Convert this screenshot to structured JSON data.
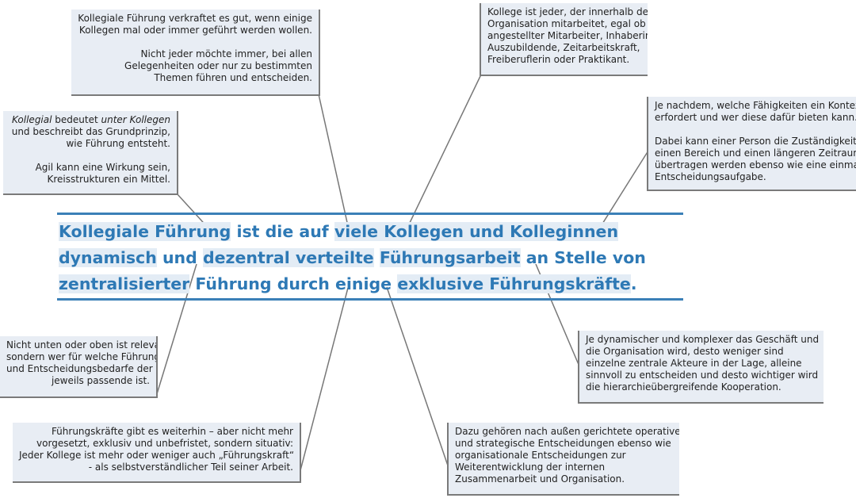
{
  "headline": {
    "segments": [
      {
        "text": "Kollegiale Führung",
        "highlight": true
      },
      {
        "text": " ist die auf ",
        "highlight": false
      },
      {
        "text": "viele Kollegen und Kolleginnen",
        "highlight": true
      },
      {
        "text": " ",
        "highlight": false
      },
      {
        "text": "dynamisch",
        "highlight": true
      },
      {
        "text": " und ",
        "highlight": false
      },
      {
        "text": "dezentral verteilte",
        "highlight": true
      },
      {
        "text": " ",
        "highlight": false
      },
      {
        "text": "Führungsarbeit",
        "highlight": true
      },
      {
        "text": " an Stelle von ",
        "highlight": false
      },
      {
        "text": "zentralisierter",
        "highlight": true
      },
      {
        "text": " Führung durch einige ",
        "highlight": false
      },
      {
        "text": "exklusive Führungskräfte",
        "highlight": true
      },
      {
        "text": ".",
        "highlight": false
      }
    ]
  },
  "notes": {
    "kollegiale_fuehrung": {
      "p1": "Kollegiale Führung verkraftet es gut, wenn einige\nKollegen mal oder immer geführt werden wollen.",
      "p2": "Nicht jeder möchte immer, bei allen\nGelegenheiten oder nur zu bestimmten\nThemen führen und entscheiden."
    },
    "kollege": {
      "p1": "Kollege ist jeder, der innerhalb der\nOrganisation mitarbeitet, egal ob\nangestellter Mitarbeiter, Inhaberin,\nAuszubildende, Zeitarbeitskraft,\nFreiberuflerin oder Praktikant."
    },
    "kollegial": {
      "p1_em1": "Kollegial",
      "p1_t1": " bedeutet ",
      "p1_em2": "unter Kollegen",
      "p1_t2": "\nund beschreibt das Grundprinzip,\nwie Führung entsteht.",
      "p2": "Agil kann eine Wirkung sein,\nKreisstrukturen ein Mittel."
    },
    "dynamisch": {
      "p1": "Je nachdem, welche Fähigkeiten ein Kontext\nerfordert und wer diese dafür bieten kann.",
      "p2": "Dabei kann einer Person die Zuständigkeit für\neinen Bereich und einen längeren Zeitraum\nübertragen werden ebenso wie eine einmalige\nEntscheidungsaufgabe."
    },
    "dezentral": {
      "p1": "Nicht unten oder oben ist relevant,\nsondern wer für welche Führungs-\nund Entscheidungsbedarfe der\njeweils passende ist."
    },
    "zentralisiert": {
      "p1": "Je dynamischer und komplexer das Geschäft und\ndie Organisation wird, desto weniger sind\neinzelne zentrale Akteure in der Lage, alleine\nsinnvoll zu entscheiden und desto wichtiger wird\ndie hierarchieübergreifende Kooperation."
    },
    "fuehrungskraefte": {
      "p1": "Führungskräfte gibt es weiterhin – aber nicht mehr\nvorgesetzt, exklusiv und unbefristet, sondern situativ:\nJeder Kollege ist mehr oder weniger auch „Führungskraft“\n- als selbstverständlicher Teil seiner Arbeit."
    },
    "fuehrungsarbeit": {
      "p1": "Dazu gehören nach außen gerichtete operative\nund strategische Entscheidungen ebenso wie\norganisationale Entscheidungen zur\nWeiterentwicklung der internen\nZusammenarbeit und Organisation."
    }
  },
  "colors": {
    "accent": "#2e79b5",
    "rule": "#3b80b7",
    "highlight_bg": "#e3ecf5",
    "note_bg": "#e8edf4",
    "note_border": "#7a7a7a",
    "connector": "#777777"
  }
}
